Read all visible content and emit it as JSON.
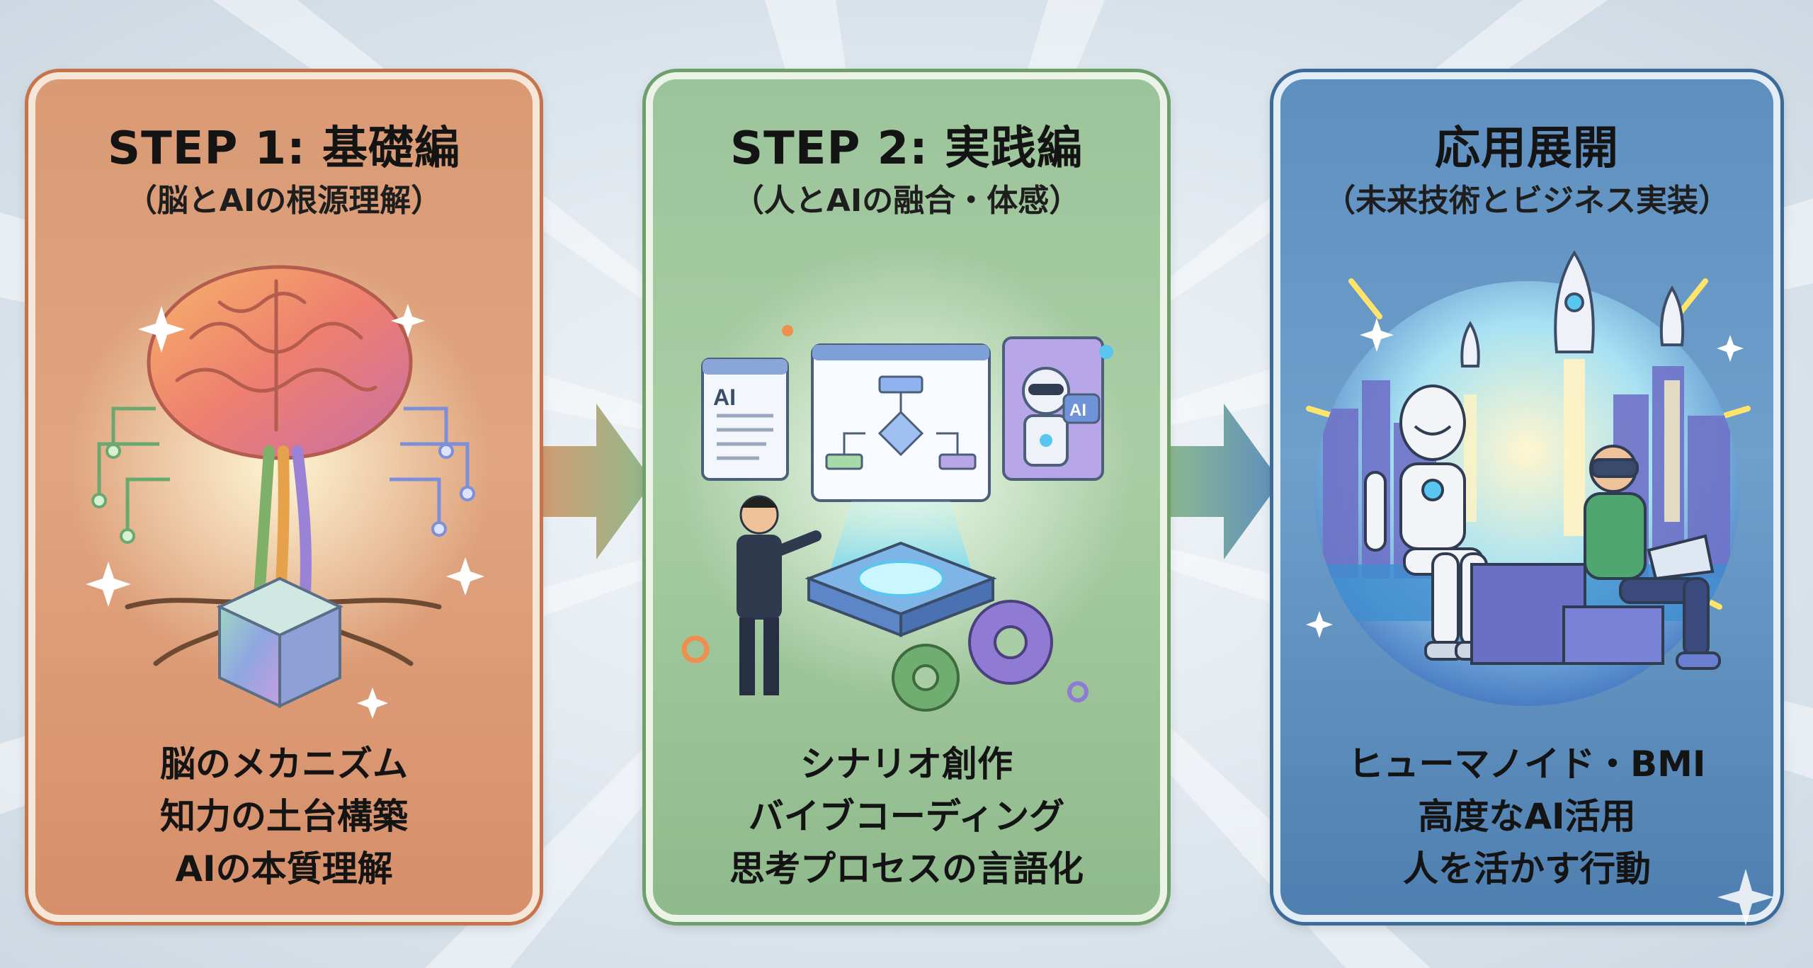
{
  "steps": [
    {
      "title": "STEP 1: 基礎編",
      "subtitle": "（脳とAIの根源理解）",
      "items": [
        "脳のメカニズム",
        "知力の土台構築",
        "AIの本質理解"
      ],
      "icon": "brain-tree-icon",
      "color": "#d99a74"
    },
    {
      "title": "STEP 2: 実践編",
      "subtitle": "（人とAIの融合・体感）",
      "items": [
        "シナリオ創作",
        "バイブコーディング",
        "思考プロセスの言語化"
      ],
      "icon": "human-ai-workflow-icon",
      "color": "#9cc49a",
      "labels": {
        "doc_badge": "AI",
        "robot_badge": "AI"
      }
    },
    {
      "title": "応用展開",
      "subtitle": "（未来技術とビジネス実装）",
      "items": [
        "ヒューマノイド・BMI",
        "高度なAI活用",
        "人を活かす行動"
      ],
      "icon": "robot-vr-city-icon",
      "color": "#5e8fbf"
    }
  ]
}
